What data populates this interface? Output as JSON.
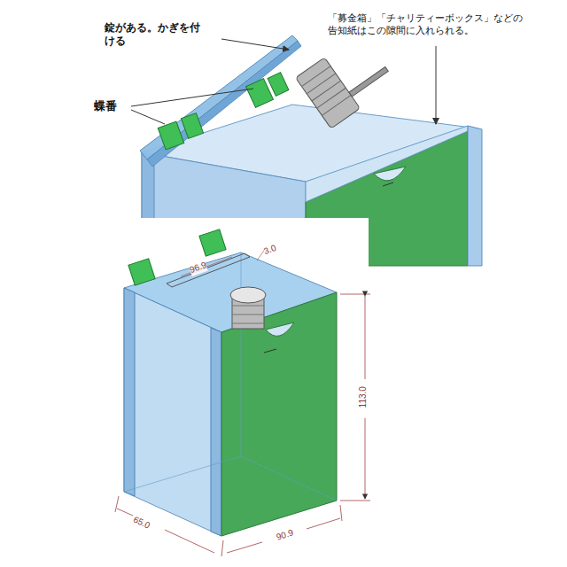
{
  "diagram": {
    "labels": [
      "錠がある。かぎを付 ける",
      "蝶番",
      "「募金箱」「チャリティーボックス」などの 告知紙はこの隙間に入れられる。",
      "96.9",
      "3.0",
      "113.0",
      "65.0",
      "90.9"
    ]
  }
}
